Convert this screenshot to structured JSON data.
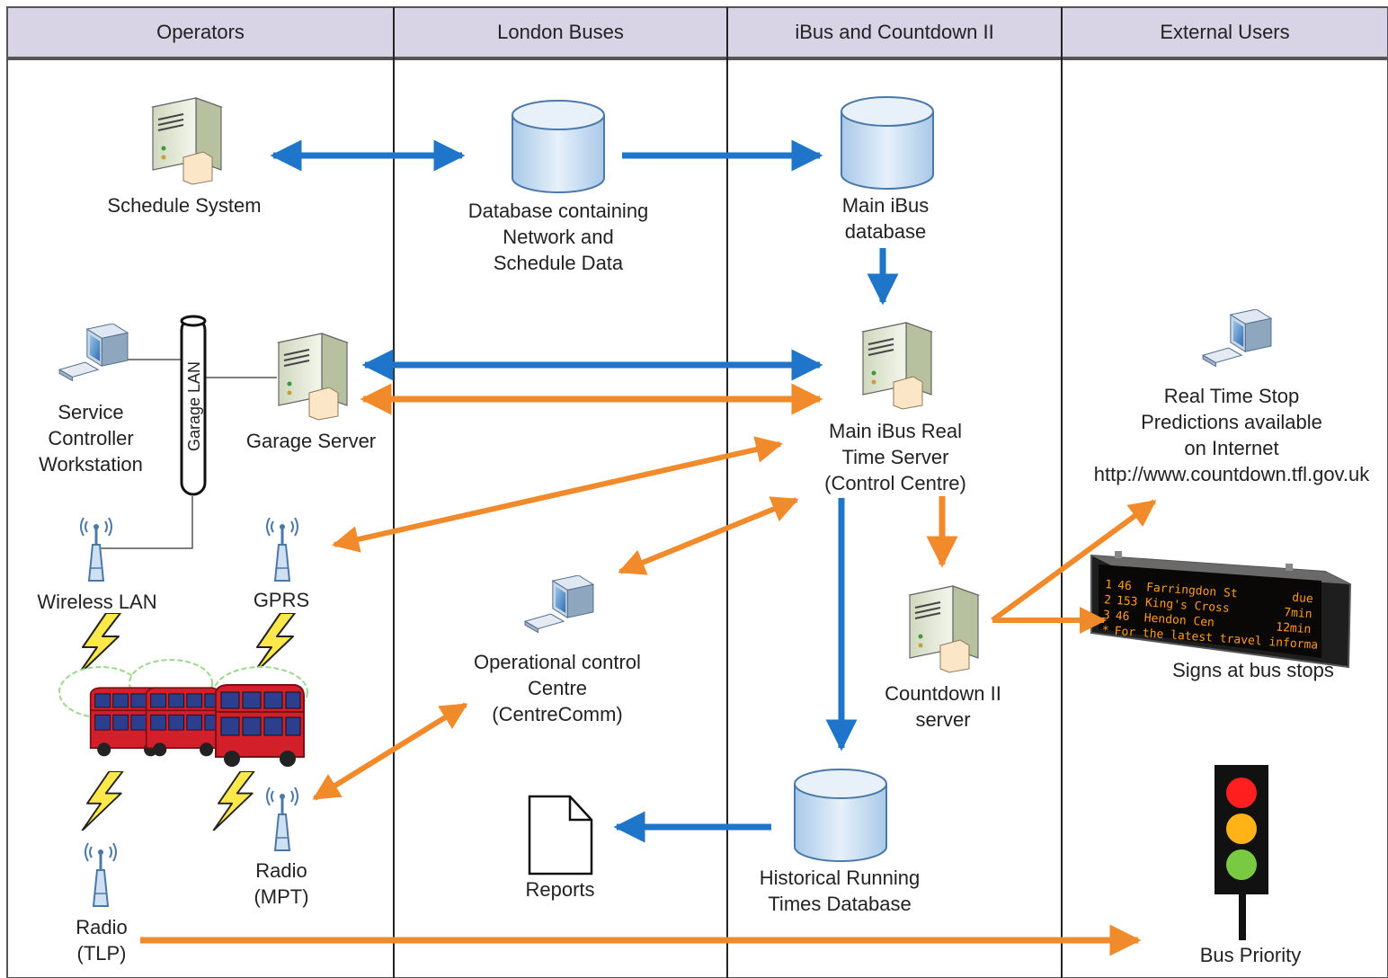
{
  "lanes": {
    "operators": "Operators",
    "london_buses": "London Buses",
    "ibus": "iBus and Countdown II",
    "external": "External Users"
  },
  "nodes": {
    "schedule_system": "Schedule System",
    "database_network": "Database containing\nNetwork and\nSchedule Data",
    "main_ibus_database": "Main iBus\ndatabase",
    "service_controller": "Service\nController\nWorkstation",
    "garage_lan": "Garage LAN",
    "garage_server": "Garage Server",
    "main_ibus_server": "Main iBus Real\nTime Server\n(Control Centre)",
    "real_time_predictions": "Real Time Stop\nPredictions available\non Internet\nhttp://www.countdown.tfl.gov.uk",
    "wireless_lan": "Wireless LAN",
    "gprs": "GPRS",
    "countdown_server": "Countdown II\nserver",
    "signs": "Signs at bus stops",
    "operational_control": "Operational control\nCentre\n(CentreComm)",
    "radio_mpt": "Radio\n(MPT)",
    "radio_tlp": "Radio\n(TLP)",
    "reports": "Reports",
    "historical_db": "Historical Running\nTimes Database",
    "bus_priority": "Bus Priority"
  },
  "sign_display": {
    "rows": [
      {
        "num": "1",
        "route": "46",
        "dest": "Farringdon St",
        "time": "due"
      },
      {
        "num": "2",
        "route": "153",
        "dest": "King's Cross",
        "time": "7min"
      },
      {
        "num": "3",
        "route": "46",
        "dest": "Hendon Cen",
        "time": "12min"
      },
      {
        "num": "*",
        "route": "",
        "dest": "For the latest travel informa",
        "time": ""
      }
    ]
  },
  "colors": {
    "header_bg": "#d9d3e6",
    "blue_arrow": "#1f75c9",
    "orange_arrow": "#f08a2a",
    "server_body": "#e6edd8",
    "db_fill": "#d6e6f4",
    "bus_red": "#d21f2a",
    "led_amber": "#ff9a1e"
  }
}
